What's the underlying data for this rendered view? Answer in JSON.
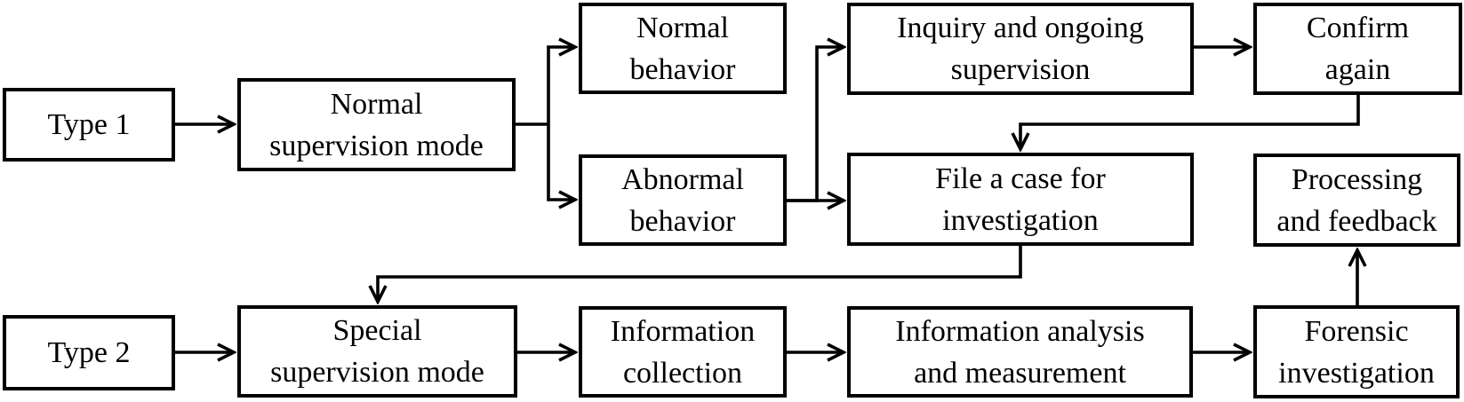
{
  "diagram": {
    "type": "flowchart",
    "background_color": "#ffffff",
    "box_fill_color": "#ffffff",
    "box_border_color": "#000000",
    "line_color": "#000000",
    "text_color": "#000000",
    "nodes": [
      {
        "id": "type-1",
        "label": "Type 1"
      },
      {
        "id": "normal-supervision-mode",
        "label": "Normal\nsupervision mode"
      },
      {
        "id": "normal-behavior",
        "label": "Normal\nbehavior"
      },
      {
        "id": "abnormal-behavior",
        "label": "Abnormal\nbehavior"
      },
      {
        "id": "inquiry-and-ongoing-supervision",
        "label": "Inquiry and ongoing\nsupervision"
      },
      {
        "id": "confirm-again",
        "label": "Confirm\nagain"
      },
      {
        "id": "file-a-case-for-investigation",
        "label": "File a case for\ninvestigation"
      },
      {
        "id": "processing-and-feedback",
        "label": "Processing\nand feedback"
      },
      {
        "id": "type-2",
        "label": "Type 2"
      },
      {
        "id": "special-supervision-mode",
        "label": "Special\nsupervision mode"
      },
      {
        "id": "information-collection",
        "label": "Information\ncollection"
      },
      {
        "id": "information-analysis-and-measurement",
        "label": "Information analysis\nand measurement"
      },
      {
        "id": "forensic-investigation",
        "label": "Forensic\ninvestigation"
      }
    ],
    "edges": [
      {
        "from": "type-1",
        "to": "normal-supervision-mode"
      },
      {
        "from": "normal-supervision-mode",
        "to": "normal-behavior"
      },
      {
        "from": "normal-supervision-mode",
        "to": "abnormal-behavior"
      },
      {
        "from": "abnormal-behavior",
        "to": "inquiry-and-ongoing-supervision"
      },
      {
        "from": "abnormal-behavior",
        "to": "file-a-case-for-investigation"
      },
      {
        "from": "inquiry-and-ongoing-supervision",
        "to": "confirm-again"
      },
      {
        "from": "confirm-again",
        "to": "file-a-case-for-investigation"
      },
      {
        "from": "file-a-case-for-investigation",
        "to": "special-supervision-mode"
      },
      {
        "from": "type-2",
        "to": "special-supervision-mode"
      },
      {
        "from": "special-supervision-mode",
        "to": "information-collection"
      },
      {
        "from": "information-collection",
        "to": "information-analysis-and-measurement"
      },
      {
        "from": "information-analysis-and-measurement",
        "to": "forensic-investigation"
      },
      {
        "from": "forensic-investigation",
        "to": "processing-and-feedback"
      }
    ]
  }
}
